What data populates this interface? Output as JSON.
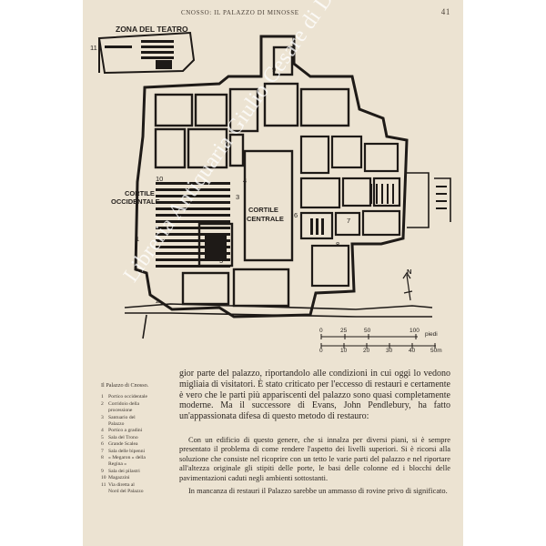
{
  "header": {
    "running_title": "CNOSSO: IL PALAZZO DI MINOSSE",
    "page_number": "41"
  },
  "plan": {
    "labels": {
      "teatro": "ZONA DEL TEATRO",
      "cortile_occ_1": "CORTILE",
      "cortile_occ_2": "OCCIDENTALE",
      "cortile_cen_1": "CORTILE",
      "cortile_cen_2": "CENTRALE",
      "north": "N"
    },
    "numbers": [
      "1",
      "2",
      "3",
      "4",
      "5",
      "6",
      "7",
      "8",
      "9",
      "10",
      "11"
    ]
  },
  "scale_bar": {
    "feet_label": "piedi",
    "feet_ticks": [
      "0",
      "25",
      "50",
      "100"
    ],
    "meter_ticks": [
      "0",
      "10",
      "20",
      "30",
      "40",
      "50m"
    ]
  },
  "legend": {
    "title": "Il Palazzo di Cnosso.",
    "items": [
      {
        "n": "1",
        "text": "Portico occidentale"
      },
      {
        "n": "2",
        "text": "Corridoio della"
      },
      {
        "n": "",
        "text": "processione"
      },
      {
        "n": "3",
        "text": "Santuario del"
      },
      {
        "n": "",
        "text": "Palazzo"
      },
      {
        "n": "4",
        "text": "Portico a gradini"
      },
      {
        "n": "5",
        "text": "Sala del Trono"
      },
      {
        "n": "6",
        "text": "Grande Scalea"
      },
      {
        "n": "7",
        "text": "Sala delle bipenni"
      },
      {
        "n": "8",
        "text": "« Megaron » della"
      },
      {
        "n": "",
        "text": "Regina »"
      },
      {
        "n": "9",
        "text": "Sala dei pilastri"
      },
      {
        "n": "10",
        "text": "Magazzini"
      },
      {
        "n": "11",
        "text": "Via diretta al"
      },
      {
        "n": "",
        "text": "Nord del Palazzo"
      }
    ]
  },
  "body": {
    "p1": "gior parte del palazzo, riportandolo alle condizioni in cui oggi lo vedono migliaia di visitatori. È stato criticato per l'eccesso di restauri e certamente è vero che le parti più appariscenti del palazzo sono quasi completamente moderne. Ma il successore di Evans, John Pendlebury, ha fatto un'appassionata difesa di questo metodo di restauro:",
    "p2": "Con un edificio di questo genere, che si innalza per diversi piani, si è sempre presentato il problema di come rendere l'aspetto dei livelli superiori. Si è ricorsi alla soluzione che consiste nel ricoprire con un tetto le varie parti del palazzo e nel riportare all'altezza originale gli stipiti delle porte, le basi delle colonne ed i blocchi delle pavimentazioni caduti negli ambienti sottostanti.",
    "p3": "In mancanza di restauri il Palazzo sarebbe un ammasso di rovine privo di significato."
  },
  "watermark": "Libreria Antiquaria Giulio Cesare di Daniele Corradi"
}
